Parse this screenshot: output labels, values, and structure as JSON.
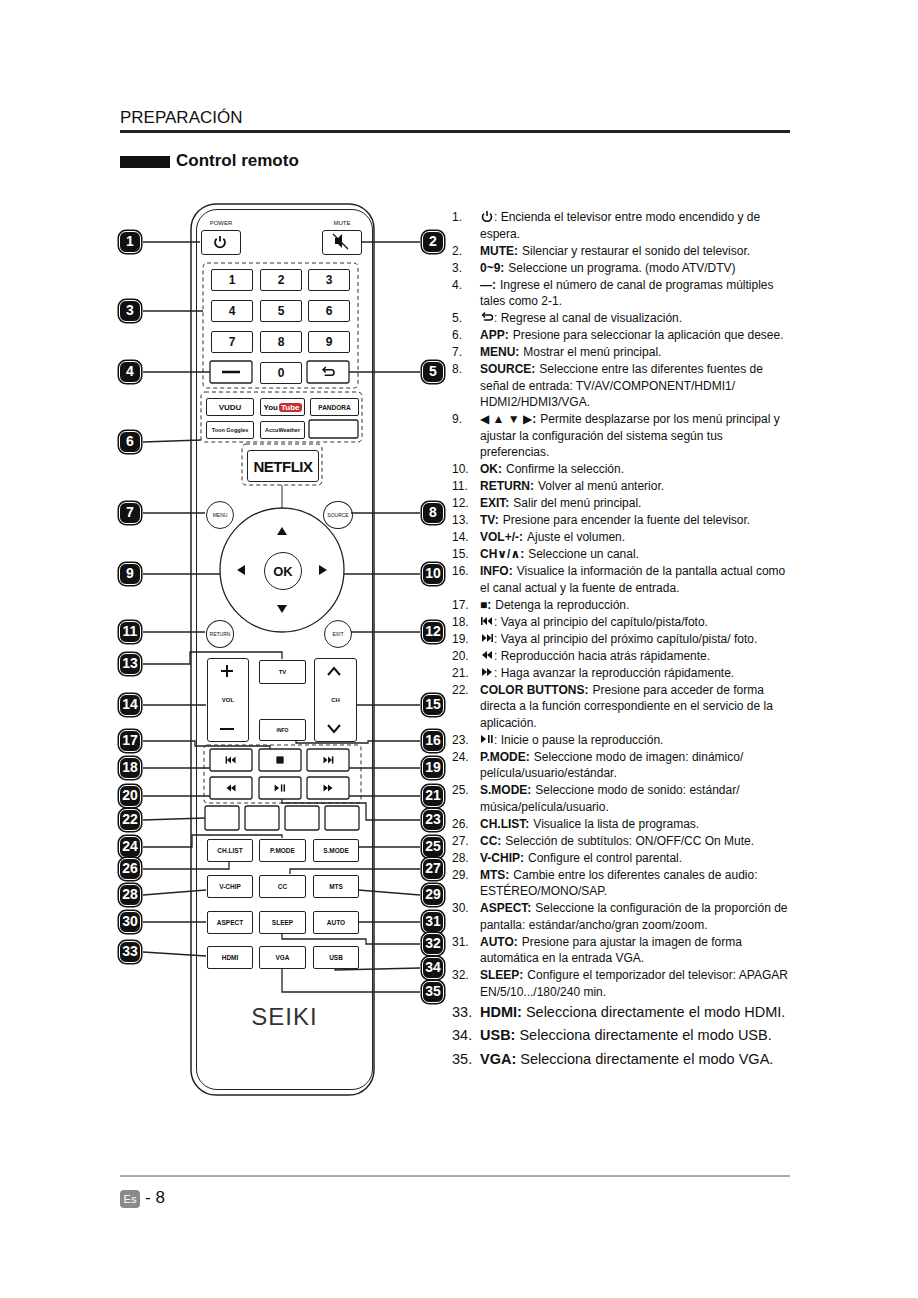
{
  "diagram": {
    "title": "Control remoto",
    "nodes": [
      {
        "text": [
          "SEIKI"
        ]
      },
      {
        "text": [
          "POWER"
        ],
        "in": 0
      },
      {
        "text": [
          "MUTE"
        ],
        "in": 0
      },
      {
        "text": [
          "1"
        ],
        "in": 0
      },
      {
        "text": [
          "2"
        ],
        "in": 0
      },
      {
        "text": [
          "3"
        ],
        "in": 0
      },
      {
        "text": [
          "4"
        ],
        "in": 0
      },
      {
        "text": [
          "5"
        ],
        "in": 0
      },
      {
        "text": [
          "6"
        ],
        "in": 0
      },
      {
        "text": [
          "7"
        ],
        "in": 0
      },
      {
        "text": [
          "8"
        ],
        "in": 0
      },
      {
        "text": [
          "9"
        ],
        "in": 0
      },
      {
        "text": [
          "0"
        ],
        "in": 0
      },
      {
        "text": [
          "VUDU"
        ],
        "in": 0
      },
      {
        "text": [
          "You",
          "Tube"
        ],
        "in": 0
      },
      {
        "text": [
          "PANDORA"
        ],
        "in": 0
      },
      {
        "text": [
          "Toon Goggles"
        ],
        "in": 0
      },
      {
        "text": [
          "AccuWeather"
        ],
        "in": 0
      },
      {
        "text": [
          "NETFLIX"
        ],
        "in": 0
      },
      {
        "text": [
          "MENU"
        ],
        "in": 0
      },
      {
        "text": [
          "SOURCE"
        ],
        "in": 0
      },
      {
        "text": [
          "OK"
        ],
        "in": 0
      },
      {
        "text": [
          "RETURN"
        ],
        "in": 0
      },
      {
        "text": [
          "EXIT"
        ],
        "in": 0
      },
      {
        "text": [
          "TV"
        ],
        "in": 0
      },
      {
        "text": [
          "VOL"
        ],
        "in": 0
      },
      {
        "text": [
          "INFO"
        ],
        "in": 0
      },
      {
        "text": [
          "CH"
        ],
        "in": 0
      },
      {
        "text": [
          "CH.LIST"
        ],
        "in": 0
      },
      {
        "text": [
          "P.MODE"
        ],
        "in": 0
      },
      {
        "text": [
          "S.MODE"
        ],
        "in": 0
      },
      {
        "text": [
          "V-CHIP"
        ],
        "in": 0
      },
      {
        "text": [
          "CC"
        ],
        "in": 0
      },
      {
        "text": [
          "MTS"
        ],
        "in": 0
      },
      {
        "text": [
          "ASPECT"
        ],
        "in": 0
      },
      {
        "text": [
          "SLEEP"
        ],
        "in": 0
      },
      {
        "text": [
          "AUTO"
        ],
        "in": 0
      },
      {
        "text": [
          "HDMI"
        ],
        "in": 0
      },
      {
        "text": [
          "VGA"
        ],
        "in": 0
      },
      {
        "text": [
          "USB"
        ],
        "in": 0
      }
    ],
    "labels": [
      "PREPARACIÓN",
      "Es",
      "- 8",
      "1",
      "2",
      "3",
      "4",
      "5",
      "6",
      "7",
      "8",
      "9",
      "10",
      "11",
      "12",
      "13",
      "14",
      "15",
      "16",
      "17",
      "18",
      "19",
      "20",
      "21",
      "22",
      "23",
      "24",
      "25",
      "26",
      "27",
      "28",
      "29",
      "30",
      "31",
      "32",
      "33",
      "34",
      "35",
      "1.",
      ": Encienda el televisor entre modo encendido y de espera.",
      "2.",
      "MUTE:",
      "Silenciar y restaurar el sonido del televisor.",
      "3.",
      "0~9:",
      "Seleccione un programa. (modo ATV/DTV)",
      "4.",
      "—:",
      "Ingrese el número de canal de programas múltiples tales como 2-1.",
      "5.",
      ": Regrese al canal de visualización.",
      "6.",
      "APP:",
      "Presione para seleccionar la aplicación que desee.",
      "7.",
      "MENU:",
      "Mostrar el menú principal.",
      "8.",
      "SOURCE:",
      "Seleccione entre las diferentes fuentes de señal de entrada: TV/AV/COMPONENT/HDMI1/ HDMI2/HDMI3/VGA.",
      "9.",
      "◀ ▲ ▼ ▶:",
      "Permite desplazarse por los menú principal y ajustar la configuración del sistema según tus preferencias.",
      "10.",
      "OK:",
      "Confirme la selección.",
      "11.",
      "RETURN:",
      "Volver al menú anterior.",
      "12.",
      "EXIT:",
      "Salir del menú principal.",
      "13.",
      "TV:",
      "Presione para encender la fuente del televisor.",
      "14.",
      "VOL+/-:",
      "Ajuste el volumen.",
      "15.",
      "CH∨/∧:",
      "Seleccione un canal.",
      "16.",
      "INFO:",
      "Visualice la información de la pantalla actual como el canal actual y la fuente de entrada.",
      "17.",
      "■:",
      "Detenga la reproducción.",
      "18.",
      ": Vaya al principio del capítulo/pista/foto.",
      "19.",
      ": Vaya al principio del próximo capítulo/pista/ foto.",
      "20.",
      ": Reproducción hacia atrás rápidamente.",
      "21.",
      ": Haga avanzar la reproducción rápidamente.",
      "22.",
      "COLOR BUTTONS:",
      "Presione para acceder de forma directa a la función correspondiente en el servicio de la aplicación.",
      "23.",
      ": Inicie o pause la reproducción.",
      "24.",
      "P.MODE:",
      "Seleccione modo de imagen: dinámico/ película/usuario/estándar.",
      "25.",
      "S.MODE:",
      "Seleccione modo de sonido: estándar/ música/película/usuario.",
      "26.",
      "CH.LIST:",
      "Visualice la lista de programas.",
      "27.",
      "CC:",
      "Selección de subtítulos: ON/OFF/CC On Mute.",
      "28.",
      "V-CHIP:",
      "Configure el control parental.",
      "29.",
      "MTS:",
      "Cambie entre los diferentes canales de audio: ESTÉREO/MONO/SAP.",
      "30.",
      "ASPECT:",
      "Seleccione la configuración de la proporción de pantalla: estándar/ancho/gran zoom/zoom.",
      "31.",
      "AUTO:",
      "Presione para ajustar la imagen de forma automática en la entrada VGA.",
      "32.",
      "SLEEP:",
      "Configure el temporizador del televisor: APAGAR EN/5/10.../180/240 min.",
      "33.",
      "HDMI:",
      "Selecciona directamente el modo HDMI.",
      "34.",
      "USB:",
      "Selecciona directamente el modo USB.",
      "35.",
      "VGA:",
      "Selecciona directamente el modo VGA."
    ]
  }
}
